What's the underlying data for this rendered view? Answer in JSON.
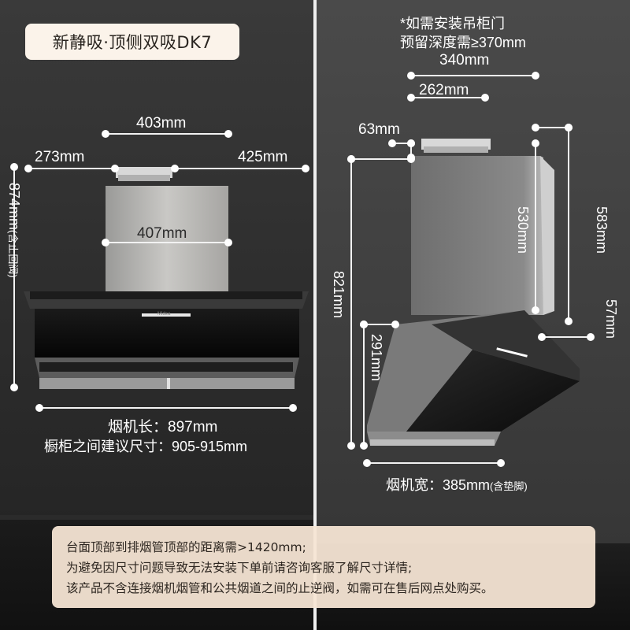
{
  "title": "新静吸·顶侧双吸DK7",
  "cabinet_note": {
    "line1": "*如需安装吊柜门",
    "line2": "预留深度需≥370mm"
  },
  "front_view": {
    "top_width": "403mm",
    "left_gap": "273mm",
    "right_gap": "425mm",
    "duct_width": "407mm",
    "height": "874mm",
    "height_note": "(含止回阀)",
    "length_label": "烟机长：897mm",
    "cabinet_gap_label": "橱柜之间建议尺寸：905-915mm",
    "brand_mark": "Midea"
  },
  "side_view": {
    "top_depth": "340mm",
    "duct_depth": "262mm",
    "offset": "63mm",
    "duct_height": "530mm",
    "upper_height": "583mm",
    "total_height": "821mm",
    "lower_height": "291mm",
    "panel_depth": "57mm",
    "width_label": "烟机宽：385mm",
    "width_note": "(含垫脚)"
  },
  "notes": [
    "台面顶部到排烟管顶部的距离需>1420mm;",
    "为避免因尺寸问题导致无法安装下单前请咨询客服了解尺寸详情;",
    "该产品不含连接烟机烟管和公共烟道之间的止逆阀，如需可在售后网点处购买。"
  ],
  "colors": {
    "badge_bg": "#fbf3ea",
    "note_bg": "#f6e5d4",
    "dimension_line": "#f2f2f2"
  }
}
